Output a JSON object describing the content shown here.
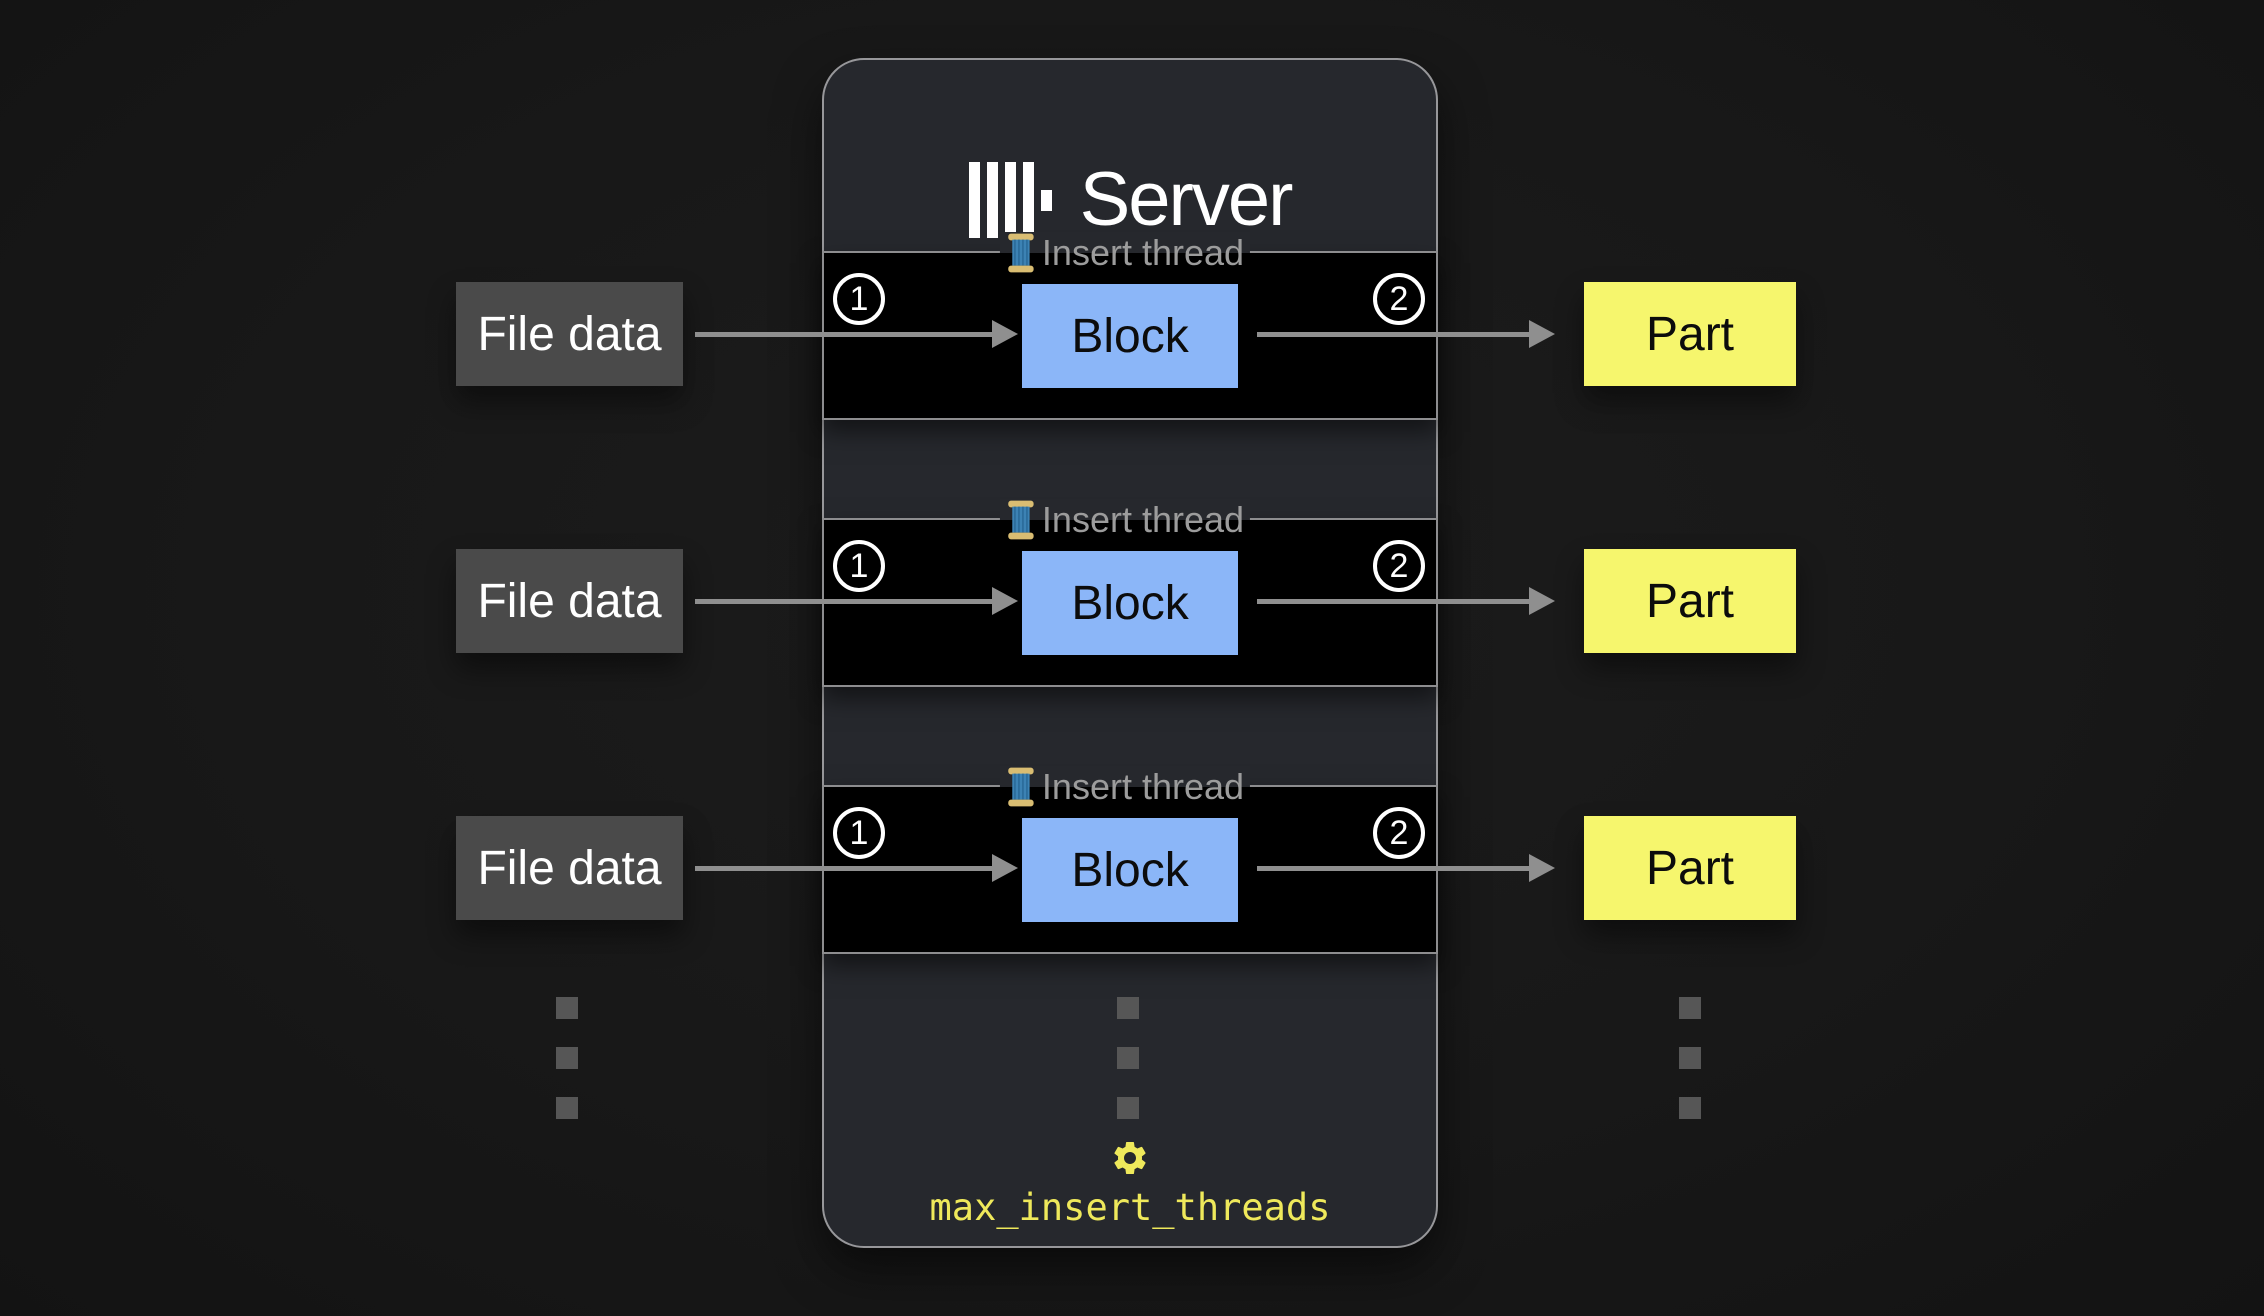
{
  "server": {
    "title": "Server",
    "logo": "clickhouse-logo",
    "setting_label": "max_insert_threads"
  },
  "rows": [
    {
      "input": "File data",
      "thread_label": "Insert thread",
      "step_in": "1",
      "block": "Block",
      "step_out": "2",
      "output": "Part"
    },
    {
      "input": "File data",
      "thread_label": "Insert thread",
      "step_in": "1",
      "block": "Block",
      "step_out": "2",
      "output": "Part"
    },
    {
      "input": "File data",
      "thread_label": "Insert thread",
      "step_in": "1",
      "block": "Block",
      "step_out": "2",
      "output": "Part"
    }
  ],
  "icons": {
    "thread_icon": "thread-spool-icon",
    "setting_icon": "gear-icon"
  },
  "colors": {
    "page_bg": "#181818",
    "server_bg": "#26282d",
    "server_border": "#97979a",
    "band_bg": "#000000",
    "band_border": "#8d8d8f",
    "block_fill": "#8bb6f8",
    "part_fill": "#f6f66d",
    "file_fill": "#4a4a4a",
    "arrow": "#8f8f8f",
    "accent_yellow": "#efe95b",
    "legend_text": "#9c9c9c"
  }
}
